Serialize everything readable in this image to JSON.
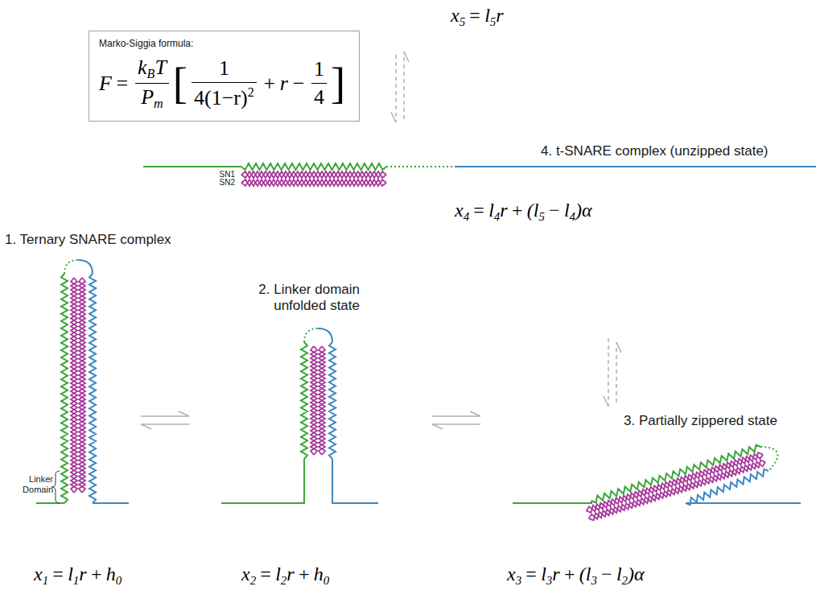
{
  "diagram": {
    "nodes": [
      {
        "text": [
          "Marko-Siggia formula:",
          "F",
          "=",
          "k",
          "B",
          "T",
          "P",
          "m",
          "[",
          "1",
          "4(1−r)",
          "2",
          "+",
          "r",
          "−",
          "1",
          "4",
          "]"
        ]
      }
    ],
    "labels": [
      "x",
      "5",
      "=",
      "l",
      "5",
      "r",
      "4. t-SNARE complex (unzipped state)",
      "SN1",
      "SN2",
      "x",
      "4",
      "=",
      "l",
      "4",
      "r",
      "+",
      "(l",
      "5",
      "−",
      "l",
      "4",
      ")α",
      "1. Ternary SNARE complex",
      "2. Linker domain unfolded state",
      "Linker Domain",
      "3. Partially zippered state",
      "x",
      "1",
      "=",
      "l",
      "1",
      "r",
      "+",
      "h",
      "0",
      "x",
      "2",
      "=",
      "l",
      "2",
      "r",
      "+",
      "h",
      "0",
      "x",
      "3",
      "=",
      "l",
      "3",
      "r",
      "+",
      "(l",
      "3",
      "−",
      "l",
      "2",
      ")α"
    ]
  }
}
